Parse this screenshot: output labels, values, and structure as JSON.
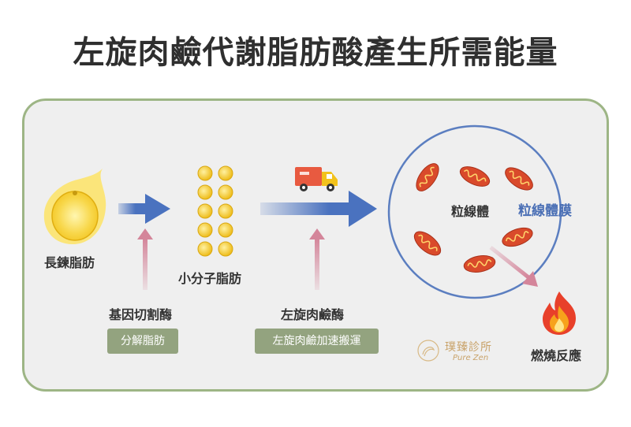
{
  "title": "左旋肉鹼代謝脂肪酸產生所需能量",
  "labels": {
    "long_chain_fat": "長鍊脂肪",
    "small_molecule_fat": "小分子脂肪",
    "gene_enzyme": "基因切割酶",
    "carnitine_enzyme": "左旋肉鹼酶",
    "mitochondria": "粒線體",
    "mitochondrial_membrane": "粒線體膜",
    "burning": "燃燒反應"
  },
  "tags": {
    "decompose_fat": "分解脂肪",
    "carnitine_transport": "左旋肉鹼加速搬運"
  },
  "logo": {
    "name_cn": "璞臻診所",
    "name_en": "Pure Zen"
  },
  "colors": {
    "panel_border": "#9db585",
    "blue_arrow": "#4a72bf",
    "pink_arrow": "#d4859a",
    "fat_yellow": "#f2c21b",
    "mito_red": "#d94a2b",
    "tag_green": "#93a37f"
  },
  "icons": [
    "fat-droplet-icon",
    "fat-molecules-icon",
    "delivery-truck-icon",
    "mitochondrion-icon",
    "fire-icon",
    "logo-mark-icon"
  ]
}
